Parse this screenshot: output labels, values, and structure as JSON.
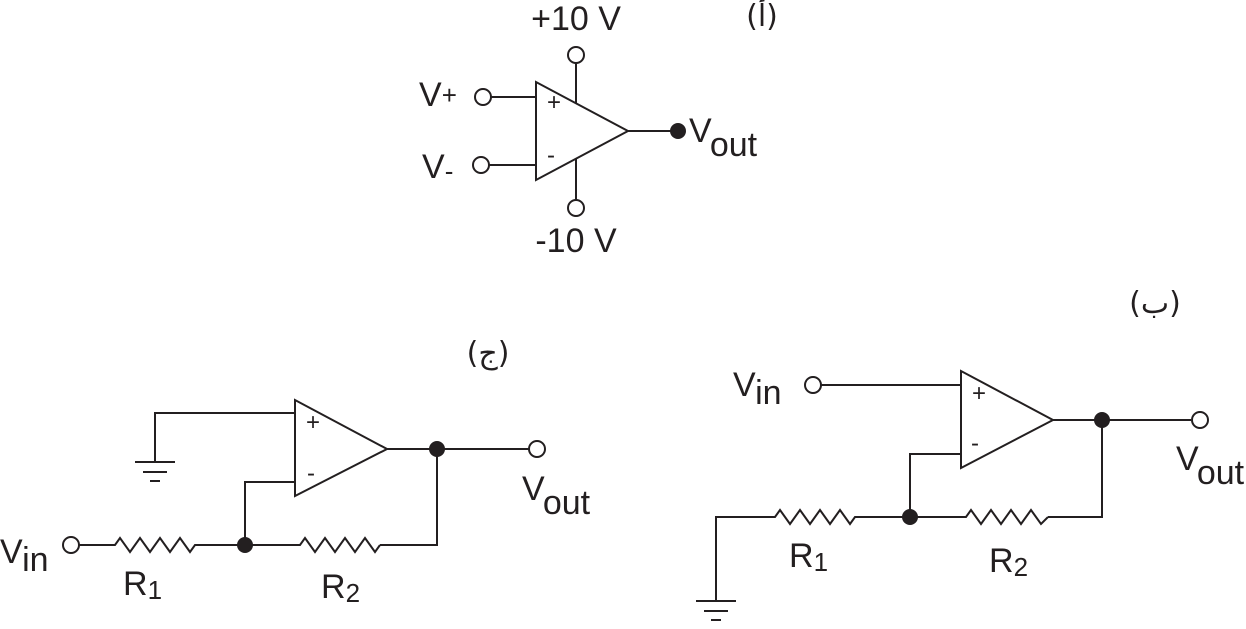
{
  "captions": {
    "a": "(أ)",
    "b": "(ب)",
    "c": "(ج)"
  },
  "panel_a": {
    "supply_pos": "+10 V",
    "supply_neg": "-10 V",
    "in_pos_main": "V",
    "in_pos_sub": "+",
    "in_neg_main": "V",
    "in_neg_sub": "-",
    "out_main": "V",
    "out_sub": "out"
  },
  "panel_b": {
    "vin_main": "V",
    "vin_sub": "in",
    "vout_main": "V",
    "vout_sub": "out",
    "r1_main": "R",
    "r1_sub": "1",
    "r2_main": "R",
    "r2_sub": "2"
  },
  "panel_c": {
    "vin_main": "V",
    "vin_sub": "in",
    "vout_main": "V",
    "vout_sub": "out",
    "r1_main": "R",
    "r1_sub": "1",
    "r2_main": "R",
    "r2_sub": "2"
  },
  "opamp_signs": {
    "plus": "+",
    "minus": "-"
  }
}
